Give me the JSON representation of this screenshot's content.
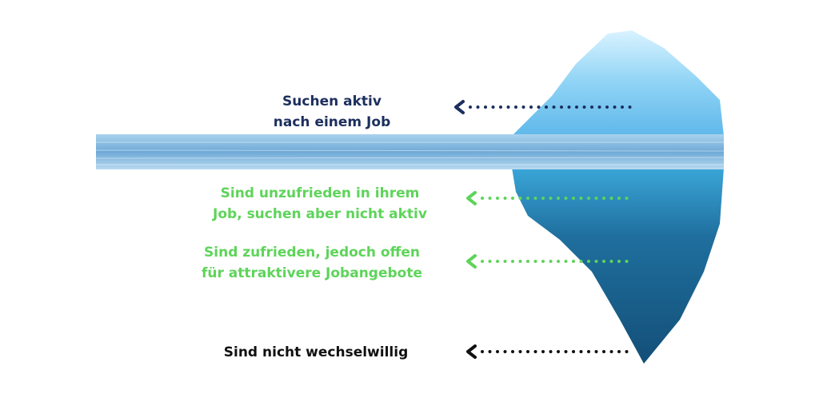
{
  "colors": {
    "active": "#1c2f5e",
    "latent": "#5ed45a",
    "unwilling": "#111111",
    "water": "#7fb6de",
    "ice_top": "#8fd3f5",
    "ice_bottom": "#1f6f9e"
  },
  "labels": [
    {
      "lines": [
        "Suchen aktiv",
        "nach einem Job"
      ],
      "group": "active"
    },
    {
      "lines": [
        "Sind unzufrieden in ihrem",
        "Job, suchen aber nicht aktiv"
      ],
      "group": "latent"
    },
    {
      "lines": [
        "Sind zufrieden, jedoch offen",
        "für attraktivere Jobangebote"
      ],
      "group": "latent"
    },
    {
      "lines": [
        "Sind nicht wechselwillig"
      ],
      "group": "unwilling"
    }
  ]
}
